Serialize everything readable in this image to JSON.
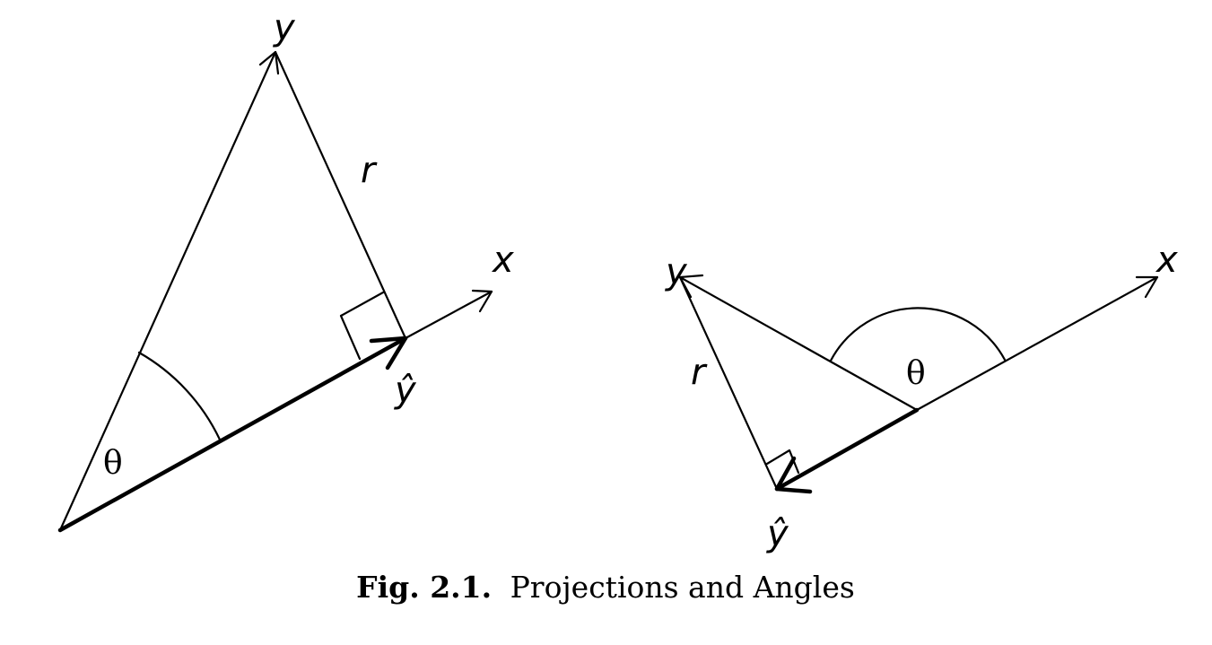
{
  "figure": {
    "caption_prefix": "Fig. 2.1.",
    "caption_text": "Projections and Angles"
  },
  "left_diagram": {
    "label_y": "y",
    "label_x": "x",
    "label_r": "r",
    "label_yhat": "ŷ",
    "label_theta": "θ"
  },
  "right_diagram": {
    "label_y": "y",
    "label_x": "x",
    "label_r": "r",
    "label_yhat": "ŷ",
    "label_theta": "θ"
  }
}
